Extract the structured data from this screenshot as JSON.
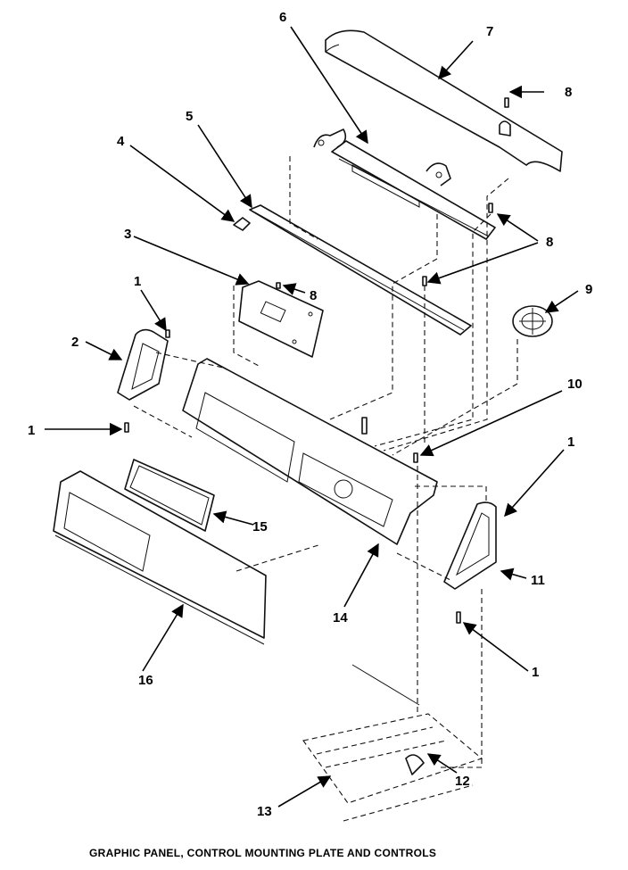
{
  "diagram": {
    "caption": "GRAPHIC PANEL, CONTROL MOUNTING PLATE AND CONTROLS",
    "callouts": {
      "n1": "1",
      "n2": "2",
      "n3": "3",
      "n4": "4",
      "n5": "5",
      "n6": "6",
      "n7": "7",
      "n8": "8",
      "n9": "9",
      "n10": "10",
      "n11": "11",
      "n12": "12",
      "n13": "13",
      "n14": "14",
      "n15": "15",
      "n16": "16"
    }
  }
}
